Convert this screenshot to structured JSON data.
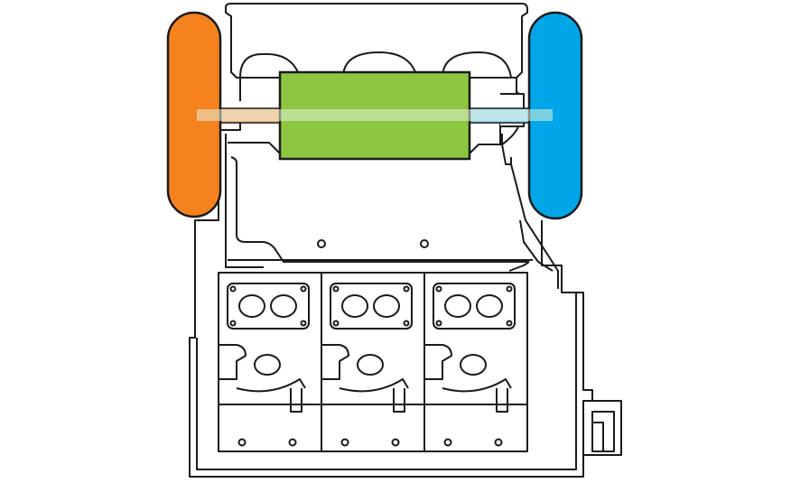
{
  "diagram": {
    "subject": "engine cutaway",
    "components": {
      "left_roller": {
        "name": "left-turbo-housing",
        "color": "#f5821f"
      },
      "right_roller": {
        "name": "right-turbo-housing",
        "color": "#00a6e7"
      },
      "center_block": {
        "name": "center-intercooler",
        "color": "#8dc63f"
      },
      "shaft_left": {
        "name": "left-shaft",
        "color": "#f9b27a"
      },
      "shaft_right": {
        "name": "right-shaft",
        "color": "#8fd6f4"
      },
      "shaft_highlight": {
        "color": "#e6f2dc"
      }
    },
    "outline_color": "#1a1a1a",
    "cylinders": 3
  }
}
